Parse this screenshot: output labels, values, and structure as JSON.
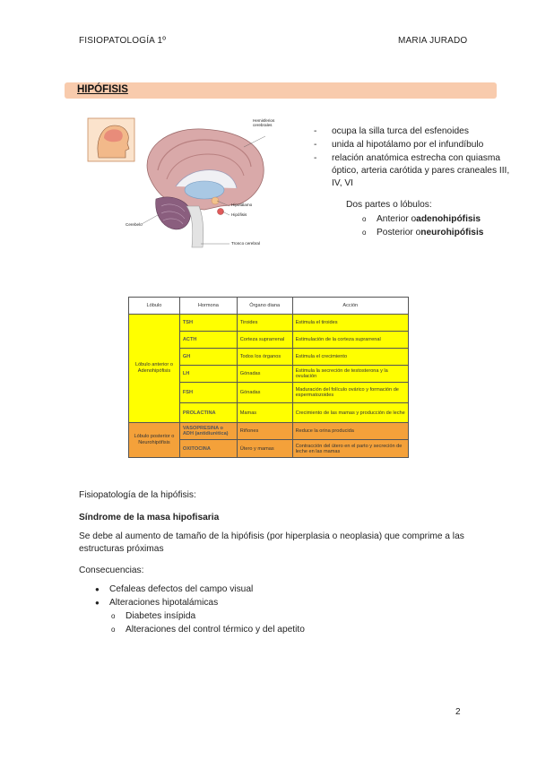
{
  "header": {
    "left": "FISIOPATOLOGÍA 1º",
    "right": "MARIA JURADO"
  },
  "section": {
    "title": "HIPÓFISIS"
  },
  "figure": {
    "labels": {
      "hemispheres": "Hemisferios cerebrales",
      "hypothalamus": "Hipotálamo",
      "pituitary": "Hipófisis",
      "cerebellum": "Cerebelo",
      "brainstem": "Tronco cerebral"
    }
  },
  "facts": [
    "ocupa la silla turca del esfenoides",
    "unida al hipotálamo por el infundíbulo",
    "relación anatómica estrecha con quiasma óptico, arteria carótida y pares craneales III, IV, VI"
  ],
  "lobes": {
    "intro": "Dos partes o lóbulos:",
    "items": [
      {
        "prefix": "Anterior o ",
        "bold": "adenohipófisis"
      },
      {
        "prefix": "Posterior o ",
        "bold": "neurohipófisis"
      }
    ]
  },
  "table": {
    "headers": [
      "Lóbulo",
      "Hormona",
      "Órgano diana",
      "Acción"
    ],
    "anterior_label": "Lóbulo anterior o Adenohipófisis",
    "posterior_label": "Lóbulo posterior o Neurohipófisis",
    "anterior_rows": [
      {
        "hormone": "TSH",
        "target": "Tiroides",
        "action": "Estimula el tiroides"
      },
      {
        "hormone": "ACTH",
        "target": "Corteza suprarrenal",
        "action": "Estimulación de la corteza suprarrenal"
      },
      {
        "hormone": "GH",
        "target": "Todos los órganos",
        "action": "Estimula el crecimiento"
      },
      {
        "hormone": "LH",
        "target": "Gónadas",
        "action": "Estimula la secreción de testosterona y la ovulación"
      },
      {
        "hormone": "FSH",
        "target": "Gónadas",
        "action": "Maduración del folículo ovárico y formación de espermatozoides"
      },
      {
        "hormone": "PROLACTINA",
        "target": "Mamas",
        "action": "Crecimiento de las mamas y producción de leche"
      }
    ],
    "posterior_rows": [
      {
        "hormone": "VASOPRESINA o ADH (antidiurética)",
        "target": "Riñones",
        "action": "Reduce la orina producida"
      },
      {
        "hormone": "OXITOCINA",
        "target": "Útero y mamas",
        "action": "Contracción del útero en el parto y secreción de leche en las mamas"
      }
    ]
  },
  "body": {
    "p1": "Fisiopatología de la hipófisis:",
    "h2": "Síndrome de la masa hipofisaria",
    "p2": "Se debe al aumento de tamaño de la hipófisis (por hiperplasia o neoplasia) que comprime a las estructuras próximas",
    "p3": "Consecuencias:",
    "bullets": [
      "Cefaleas defectos del campo visual",
      "Alteraciones hipotalámicas"
    ],
    "sub": [
      "Diabetes insípida",
      "Alteraciones del control térmico y del apetito"
    ]
  },
  "page_number": "2",
  "colors": {
    "section_bar": "#f8cbad",
    "table_yellow": "#ffff00",
    "table_orange": "#f4a13a"
  }
}
